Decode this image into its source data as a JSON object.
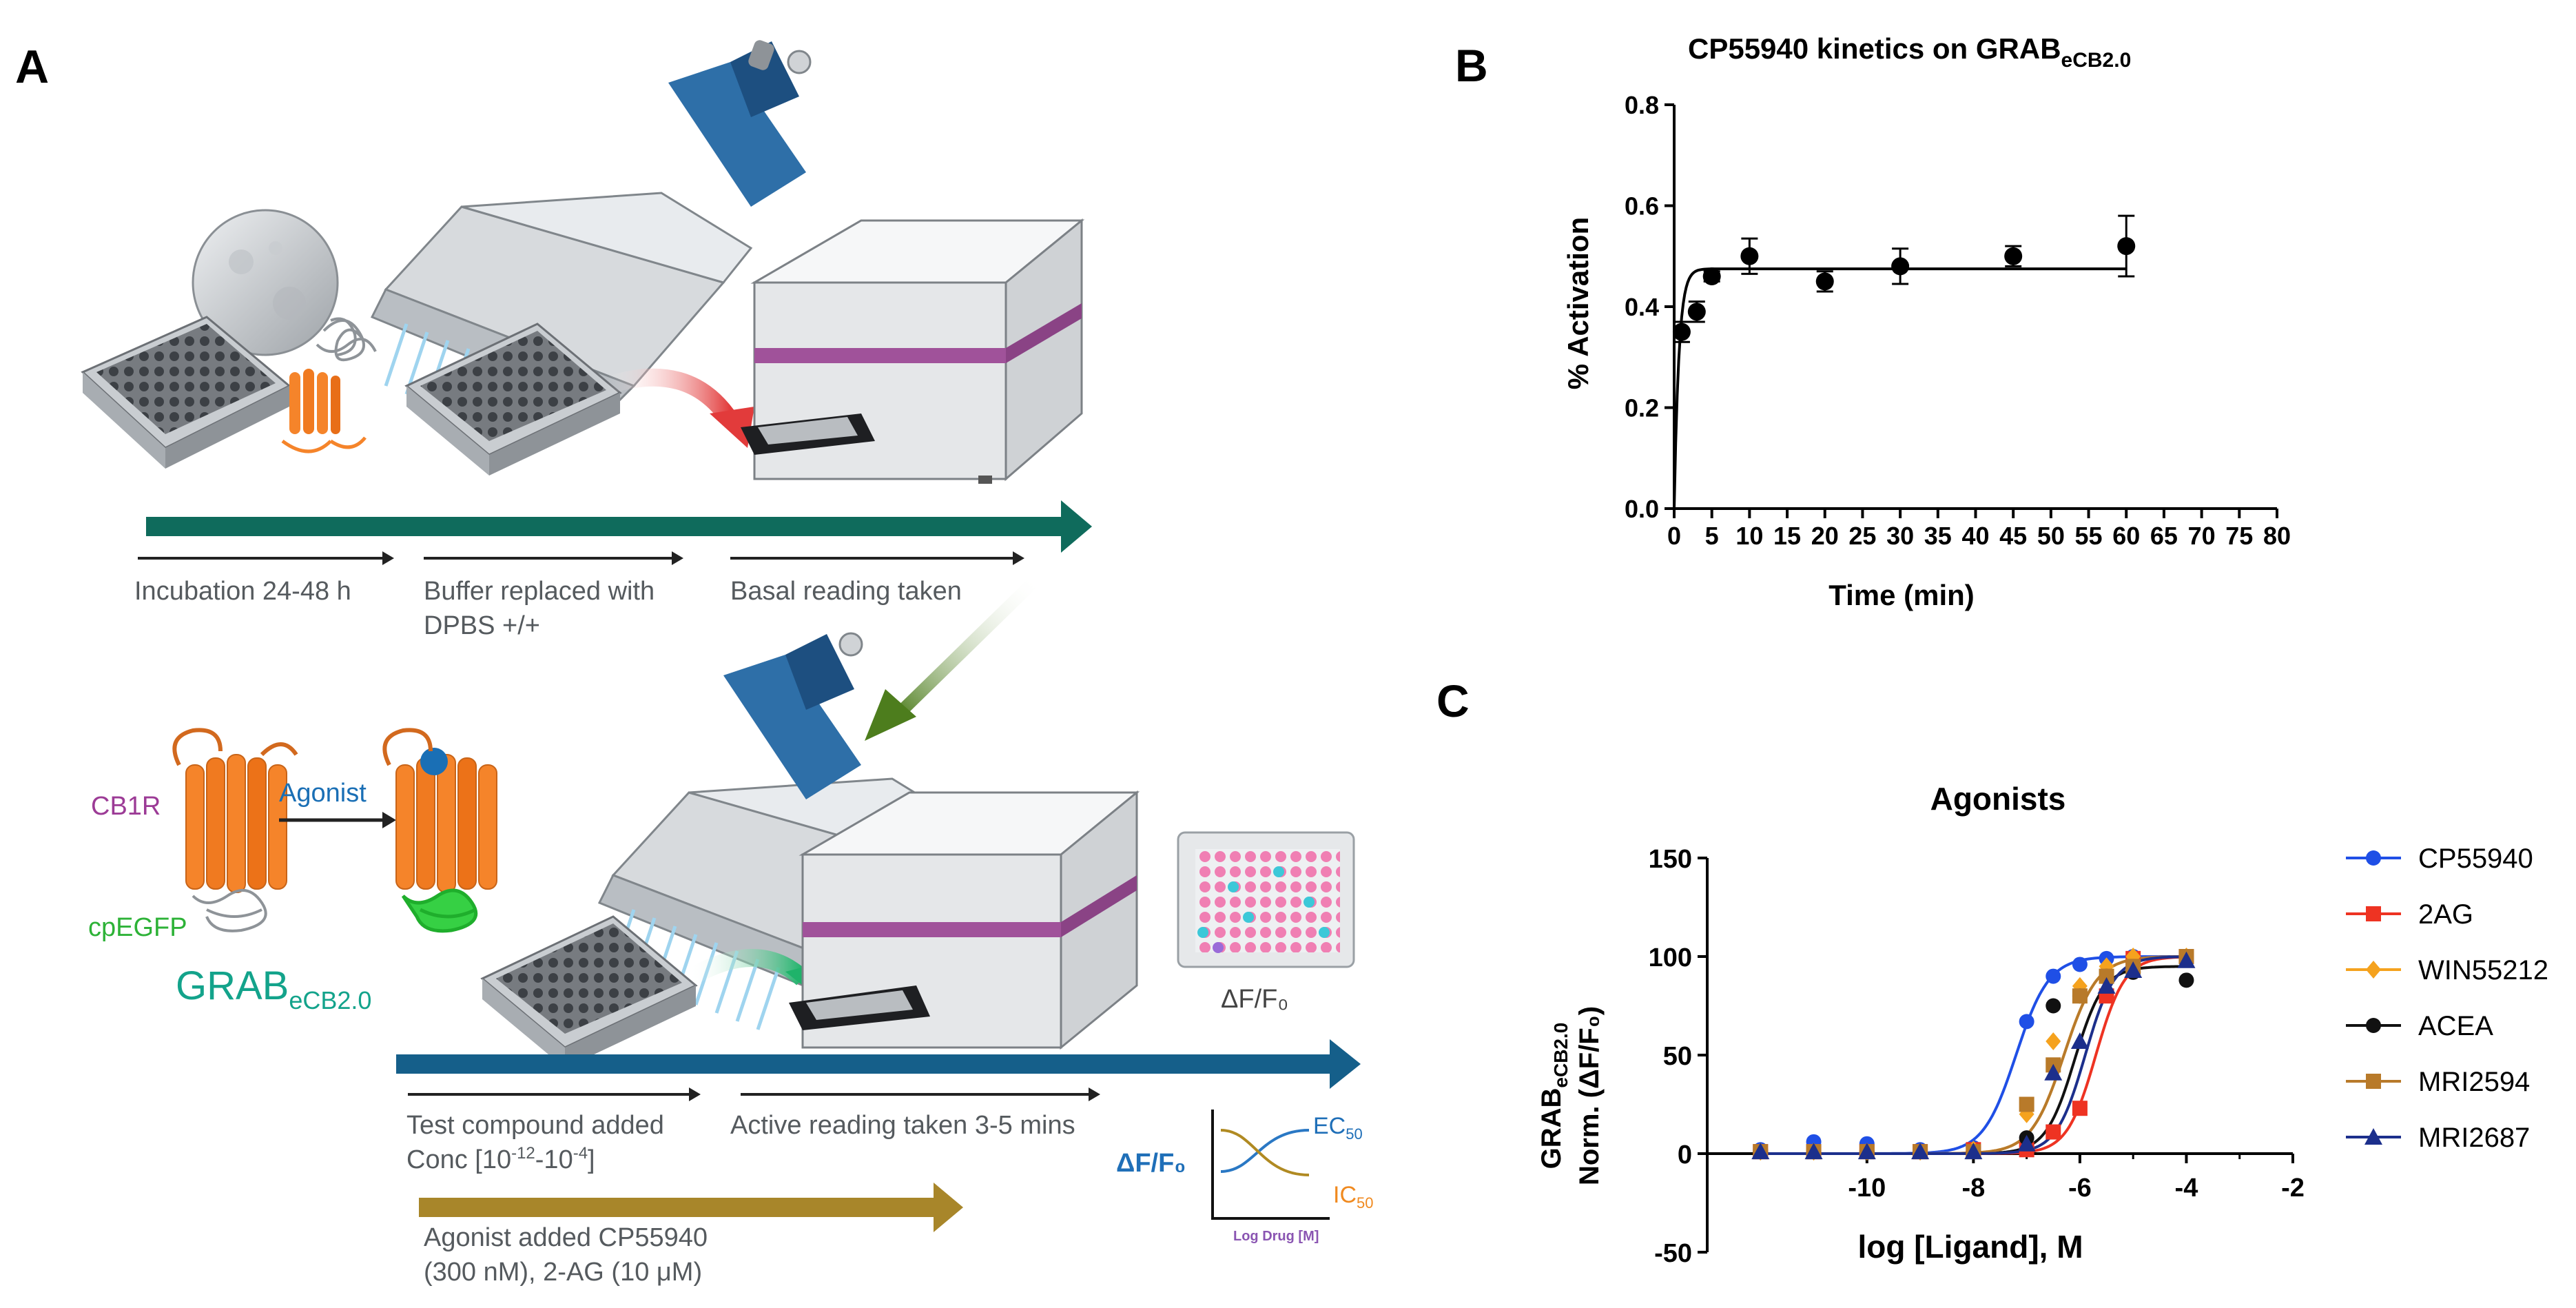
{
  "panel_labels": {
    "a": "A",
    "b": "B",
    "c": "C"
  },
  "panel_a": {
    "top_steps": [
      "Incubation 24-48 h",
      "Buffer replaced with",
      "DPBS +/+",
      "Basal reading taken"
    ],
    "cb1r_label": "CB1R",
    "agonist_label": "Agonist",
    "cpegfp_label": "cpEGFP",
    "sensor_name_main": "GRAB",
    "sensor_name_sub": "eCB2.0",
    "plate_readout": "ΔF/F₀",
    "bottom_steps": [
      "Test compound added",
      "Conc [10",
      "-12",
      "-10",
      "-4",
      "]",
      "Active reading taken 3-5 mins"
    ],
    "agonist_note": [
      "Agonist added CP55940",
      "(300 nM), 2-AG (10 μM)"
    ],
    "mini_plot": {
      "ylabel": "ΔF/F₀",
      "xlabel": "Log Drug [M]",
      "ec": "EC",
      "ec_sub": "50",
      "ic": "IC",
      "ic_sub": "50"
    }
  },
  "colors": {
    "teal_arrow": "#0f6b5c",
    "blue_arrow": "#155f8a",
    "gold_arrow": "#a8862a",
    "green_arrow": "#5a8a22",
    "red_arrow": "#e84848",
    "machine_band": "#a0529a",
    "receptor": "#f5842a",
    "egfp": "#2ecc40",
    "pipette": "#2e6fa8"
  },
  "chart_data": [
    {
      "type": "scatter",
      "title_main": "CP55940 kinetics on GRAB",
      "title_sub": "eCB2.0",
      "xlabel": "Time (min)",
      "ylabel": "% Activation",
      "xlim": [
        0,
        80
      ],
      "ylim": [
        0,
        0.8
      ],
      "xticks": [
        0,
        5,
        10,
        15,
        20,
        25,
        30,
        35,
        40,
        45,
        50,
        55,
        60,
        65,
        70,
        75,
        80
      ],
      "yticks": [
        0.0,
        0.2,
        0.4,
        0.6,
        0.8
      ],
      "ytick_labels": [
        "0.0",
        "0.2",
        "0.4",
        "0.6",
        "0.8"
      ],
      "points": [
        {
          "x": 1,
          "y": 0.35,
          "err": 0.02
        },
        {
          "x": 3,
          "y": 0.39,
          "err": 0.02
        },
        {
          "x": 5,
          "y": 0.46,
          "err": 0.01
        },
        {
          "x": 10,
          "y": 0.5,
          "err": 0.035
        },
        {
          "x": 20,
          "y": 0.45,
          "err": 0.02
        },
        {
          "x": 30,
          "y": 0.48,
          "err": 0.035
        },
        {
          "x": 45,
          "y": 0.5,
          "err": 0.02
        },
        {
          "x": 60,
          "y": 0.52,
          "err": 0.06
        }
      ],
      "fit": {
        "plateau": 0.475,
        "k": 1.6,
        "y0": 0.0,
        "xmax": 60
      }
    },
    {
      "type": "line",
      "title": "Agonists",
      "xlabel": "log [Ligand], M",
      "ylabel_line1_main": "GRAB",
      "ylabel_line1_sub": "eCB2.0",
      "ylabel_line2": "Norm. (ΔF/F₀)",
      "xlim": [
        -13,
        -2
      ],
      "ylim": [
        -50,
        150
      ],
      "xticks": [
        -10,
        -8,
        -6,
        -4,
        -2
      ],
      "yticks": [
        -50,
        0,
        50,
        100,
        150
      ],
      "x": [
        -12,
        -11,
        -10,
        -9,
        -8,
        -7,
        -6.5,
        -6,
        -5.5,
        -5,
        -4
      ],
      "series": [
        {
          "name": "CP55940",
          "color": "#1f4fe6",
          "marker": "circle",
          "ec50": -7.2,
          "hill": 1.4,
          "top": 100,
          "values": [
            2,
            6,
            5,
            2,
            3,
            67,
            90,
            96,
            99,
            100,
            100
          ]
        },
        {
          "name": "2AG",
          "color": "#ee3322",
          "marker": "square",
          "ec50": -5.7,
          "hill": 1.6,
          "top": 100,
          "values": [
            1,
            1,
            1,
            1,
            2,
            2,
            11,
            23,
            80,
            99,
            100
          ]
        },
        {
          "name": "WIN55212",
          "color": "#f5a21e",
          "marker": "diamond",
          "ec50": -6.3,
          "hill": 1.4,
          "top": 100,
          "values": [
            1,
            1,
            1,
            1,
            2,
            20,
            57,
            85,
            95,
            100,
            100
          ]
        },
        {
          "name": "ACEA",
          "color": "#111111",
          "marker": "circle",
          "ec50": -6.1,
          "hill": 1.6,
          "top": 95,
          "values": [
            1,
            1,
            1,
            1,
            1,
            8,
            75,
            80,
            90,
            92,
            88
          ]
        },
        {
          "name": "MRI2594",
          "color": "#b87a2a",
          "marker": "square",
          "ec50": -6.3,
          "hill": 1.4,
          "top": 100,
          "values": [
            1,
            1,
            1,
            1,
            1,
            25,
            45,
            80,
            90,
            95,
            100
          ]
        },
        {
          "name": "MRI2687",
          "color": "#1c2f8c",
          "marker": "triangle",
          "ec50": -5.9,
          "hill": 1.6,
          "top": 100,
          "values": [
            1,
            1,
            1,
            1,
            1,
            5,
            41,
            57,
            85,
            93,
            98
          ]
        }
      ]
    }
  ]
}
